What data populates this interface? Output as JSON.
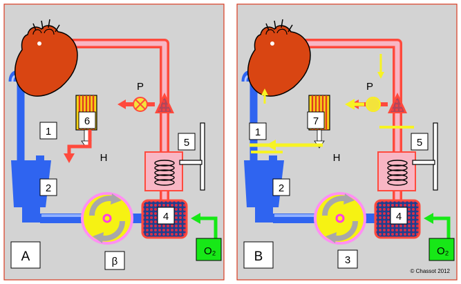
{
  "colors": {
    "panel_bg": "#d3d3d3",
    "panel_border": "#d9391f",
    "venous": "#2f64f0",
    "arterial": "#ff4a3d",
    "arterial_light": "#f8b6c4",
    "heart": "#d94512",
    "pump_yellow": "#f6f213",
    "pump_ring": "#ff8ff3",
    "oxygenator": "#1f3f8f",
    "oxygen_green": "#17e817",
    "signal_yellow": "#f7f323",
    "exchanger_yellow": "#f7d417"
  },
  "panels": [
    {
      "id": "A",
      "letter": "A",
      "labels": {
        "venous_line": "1",
        "reservoir": "2",
        "pump": "β",
        "oxygenator": "4",
        "filter": "5",
        "heat_exchanger": "6"
      },
      "pressure": "P",
      "heat": "H",
      "oxygen": "O₂",
      "yellow_arrows": false
    },
    {
      "id": "B",
      "letter": "B",
      "labels": {
        "venous_line": "1",
        "reservoir": "2",
        "pump": "3",
        "oxygenator": "4",
        "filter": "5",
        "heat_exchanger": "7"
      },
      "pressure": "P",
      "heat": "H",
      "oxygen": "O₂",
      "yellow_arrows": true
    }
  ],
  "copyright": "© Chassot 2012"
}
